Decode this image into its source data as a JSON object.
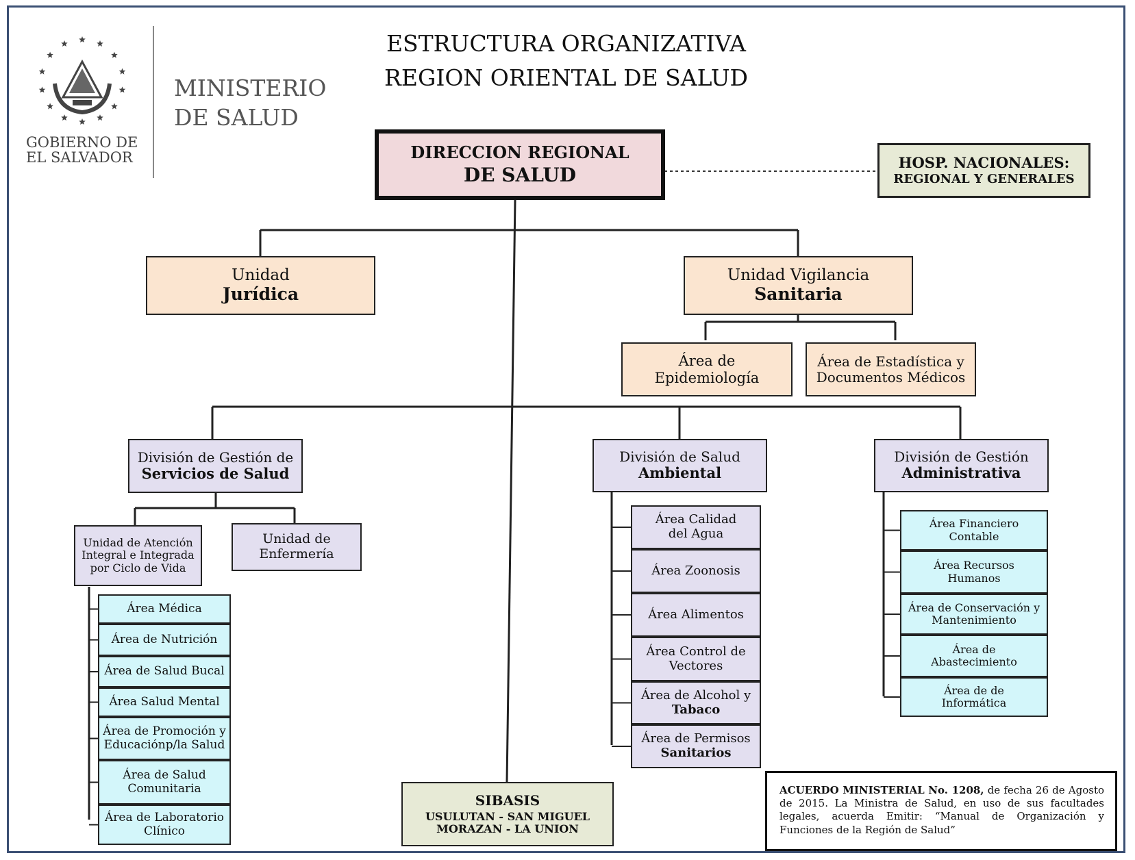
{
  "logo": {
    "gov_line1": "GOBIERNO DE",
    "gov_line2": "EL SALVADOR",
    "ministry_line1": "MINISTERIO",
    "ministry_line2": "DE SALUD"
  },
  "title": {
    "line1": "ESTRUCTURA ORGANIZATIVA",
    "line2": "REGION ORIENTAL DE SALUD"
  },
  "nodes": {
    "direccion": {
      "line1": "DIRECCION REGIONAL",
      "line2": "DE SALUD"
    },
    "hosp": {
      "line1": "HOSP. NACIONALES:",
      "line2": "REGIONAL Y GENERALES"
    },
    "juridica": {
      "line1": "Unidad",
      "line2": "Jurídica"
    },
    "vigilancia": {
      "line1": "Unidad Vigilancia",
      "line2": "Sanitaria"
    },
    "epidemiologia": {
      "line1": "Área de",
      "line2": "Epidemiología"
    },
    "estadistica": {
      "line1": "Área de Estadística y",
      "line2": "Documentos Médicos"
    },
    "div_servicios": {
      "line1": "División de Gestión de",
      "line2": "Servicios de Salud"
    },
    "div_ambiental": {
      "line1": "División de Salud",
      "line2": "Ambiental"
    },
    "div_admin": {
      "line1": "División de Gestión",
      "line2": "Administrativa"
    },
    "uaiic": {
      "line1": "Unidad de Atención",
      "line2": "Integral e Integrada",
      "line3": "por Ciclo de Vida"
    },
    "enfermeria": {
      "line1": "Unidad de",
      "line2": "Enfermería"
    },
    "sibasis": {
      "line1": "SIBASIS",
      "line2": "USULUTAN - SAN MIGUEL",
      "line3": "MORAZAN - LA UNION"
    }
  },
  "servicios_areas": [
    {
      "line1": "Área Médica"
    },
    {
      "line1": "Área de Nutrición"
    },
    {
      "line1": "Área de Salud Bucal"
    },
    {
      "line1": "Área Salud Mental"
    },
    {
      "line1": "Área de Promoción y",
      "line2": "Educaciónp/la Salud"
    },
    {
      "line1": "Área de Salud",
      "line2": "Comunitaria"
    },
    {
      "line1": "Área de Laboratorio",
      "line2": "Clínico"
    }
  ],
  "ambiental_areas": [
    {
      "line1": "Área Calidad",
      "line2": "del Agua"
    },
    {
      "line1": "Área Zoonosis"
    },
    {
      "line1": "Área Alimentos"
    },
    {
      "line1": "Área Control de",
      "line2": "Vectores"
    },
    {
      "line1": "Área de Alcohol y",
      "line2": "Tabaco"
    },
    {
      "line1": "Área de Permisos",
      "line2": "Sanitarios"
    }
  ],
  "admin_areas": [
    {
      "line1": "Área Financiero",
      "line2": "Contable"
    },
    {
      "line1": "Área Recursos",
      "line2": "Humanos"
    },
    {
      "line1": "Área de Conservación y",
      "line2": "Mantenimiento"
    },
    {
      "line1": "Área de",
      "line2": "Abastecimiento"
    },
    {
      "line1": "Área de de",
      "line2": "Informática"
    }
  ],
  "acuerdo": {
    "bold": "ACUERDO MINISTERIAL No. 1208,",
    "text": " de fecha 26 de Agosto de 2015. La Ministra de Salud, en uso de sus facultades legales, acuerda Emitir: “Manual de Organización y Funciones de la Región de Salud”"
  },
  "colors": {
    "peach": "#fbe5d0",
    "lavender": "#e3dff0",
    "cyan": "#d3f6fa",
    "sage": "#e7ead6",
    "pink": "#f1d9dc",
    "frame": "#3a4f73"
  }
}
